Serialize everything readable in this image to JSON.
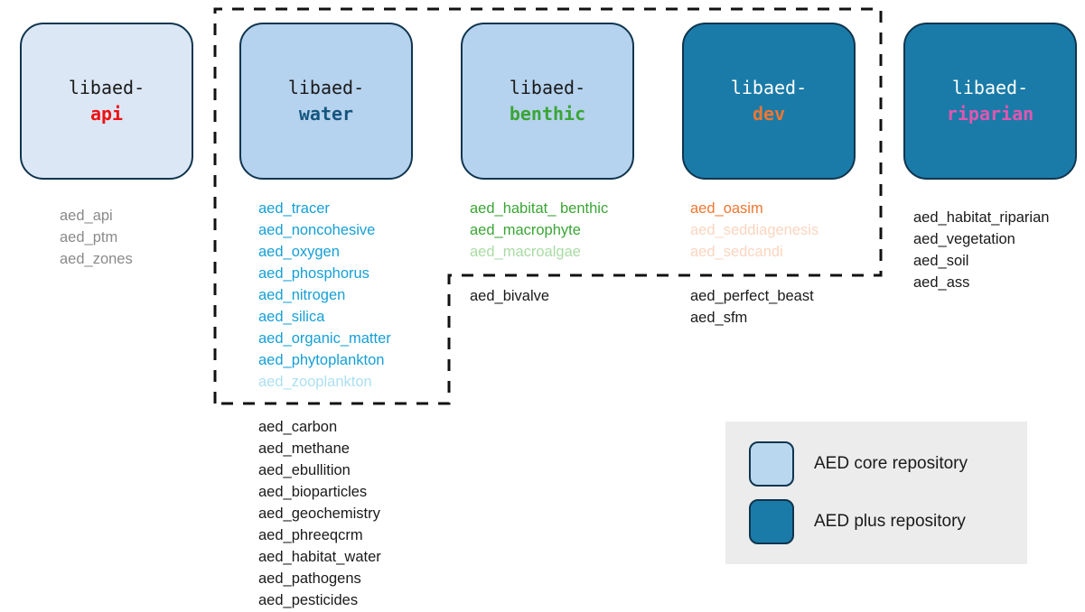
{
  "diagram": {
    "title": "AED model library repository structure",
    "colors": {
      "core_fill": "#dbe7f5",
      "core_fill_strong": "#b5d2ee",
      "plus_fill": "#1a7ba8",
      "box_border": "#10354f",
      "legend_bg": "#ececec",
      "api_accent": "#ee1111",
      "water_accent": "#15567e",
      "benthic_accent": "#3aa535",
      "dev_accent": "#ef7631",
      "riparian_accent": "#e256b0",
      "gray_text": "#8a8a8a",
      "black_text": "#1a1a1a",
      "water_list": "#169fd6",
      "water_list_faded": "#ace0f2",
      "benthic_list": "#3aa535",
      "benthic_list_faded": "#a9dba4",
      "dev_list": "#ef7631",
      "dev_list_faded": "#fbd5c0",
      "white_text": "#ffffff"
    },
    "repositories": [
      {
        "id": "api",
        "prefix": "libaed-",
        "name": "api",
        "kind": "core",
        "modules_inside": [
          {
            "label": "aed_api",
            "state": "normal"
          },
          {
            "label": "aed_ptm",
            "state": "normal"
          },
          {
            "label": "aed_zones",
            "state": "normal"
          }
        ],
        "modules_outside": []
      },
      {
        "id": "water",
        "prefix": "libaed-",
        "name": "water",
        "kind": "core",
        "modules_inside": [
          {
            "label": "aed_tracer",
            "state": "normal"
          },
          {
            "label": "aed_noncohesive",
            "state": "normal"
          },
          {
            "label": "aed_oxygen",
            "state": "normal"
          },
          {
            "label": "aed_phosphorus",
            "state": "normal"
          },
          {
            "label": "aed_nitrogen",
            "state": "normal"
          },
          {
            "label": "aed_silica",
            "state": "normal"
          },
          {
            "label": "aed_organic_matter",
            "state": "normal"
          },
          {
            "label": "aed_phytoplankton",
            "state": "normal"
          },
          {
            "label": "aed_zooplankton",
            "state": "faded"
          }
        ],
        "modules_outside": [
          {
            "label": "aed_carbon",
            "state": "normal"
          },
          {
            "label": "aed_methane",
            "state": "normal"
          },
          {
            "label": "aed_ebullition",
            "state": "normal"
          },
          {
            "label": "aed_bioparticles",
            "state": "normal"
          },
          {
            "label": "aed_geochemistry",
            "state": "normal"
          },
          {
            "label": "aed_phreeqcrm",
            "state": "normal"
          },
          {
            "label": "aed_habitat_water",
            "state": "normal"
          },
          {
            "label": "aed_pathogens",
            "state": "normal"
          },
          {
            "label": "aed_pesticides",
            "state": "normal"
          }
        ]
      },
      {
        "id": "benthic",
        "prefix": "libaed-",
        "name": "benthic",
        "kind": "core",
        "modules_inside": [
          {
            "label": "aed_habitat_ benthic",
            "state": "normal"
          },
          {
            "label": "aed_macrophyte",
            "state": "normal"
          },
          {
            "label": "aed_macroalgae",
            "state": "faded"
          }
        ],
        "modules_outside": [
          {
            "label": "aed_bivalve",
            "state": "normal"
          }
        ]
      },
      {
        "id": "dev",
        "prefix": "libaed-",
        "name": "dev",
        "kind": "plus",
        "modules_inside": [
          {
            "label": "aed_oasim",
            "state": "normal"
          },
          {
            "label": "aed_seddiagenesis",
            "state": "faded"
          },
          {
            "label": "aed_sedcandi",
            "state": "faded"
          }
        ],
        "modules_outside": [
          {
            "label": "aed_perfect_beast",
            "state": "normal"
          },
          {
            "label": "aed_sfm",
            "state": "normal"
          }
        ]
      },
      {
        "id": "riparian",
        "prefix": "libaed-",
        "name": "riparian",
        "kind": "plus",
        "modules_inside": [],
        "modules_outside": [
          {
            "label": "aed_habitat_riparian",
            "state": "normal"
          },
          {
            "label": "aed_vegetation",
            "state": "normal"
          },
          {
            "label": "aed_soil",
            "state": "normal"
          },
          {
            "label": "aed_ass",
            "state": "normal"
          }
        ]
      }
    ],
    "legend": {
      "items": [
        {
          "label": "AED core repository",
          "swatch": "core"
        },
        {
          "label": "AED plus repository",
          "swatch": "plus"
        }
      ]
    }
  }
}
